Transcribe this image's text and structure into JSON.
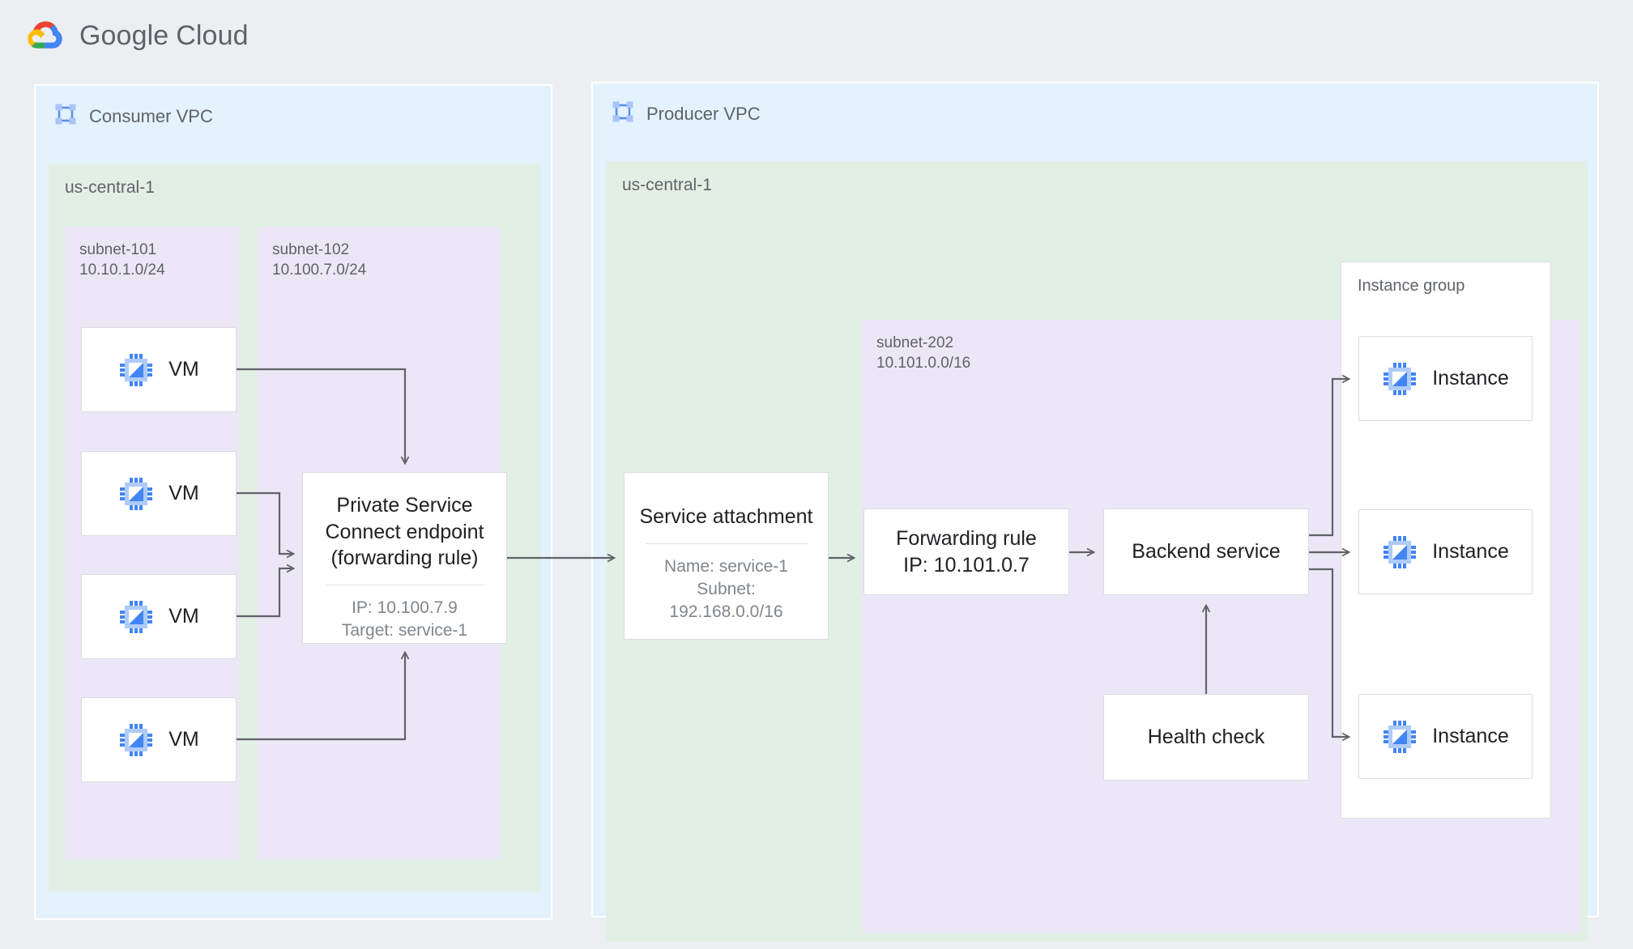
{
  "brand": {
    "name_part1": "Google",
    "name_part2": "Cloud",
    "logo_icon": "google-cloud-logo"
  },
  "colors": {
    "vpc_fill": "#e3f2fd",
    "region_fill": "#e2efe5",
    "subnet_fill": "#ece7f6",
    "card_fill": "#ffffff",
    "card_border": "#dadce0",
    "wire": "#5f6368",
    "text_primary": "#202124",
    "text_secondary": "#5f6368",
    "text_muted": "#80868b",
    "page_bg": "#eceff1"
  },
  "consumer": {
    "vpc_title": "Consumer VPC",
    "vpc_icon": "vpc-network-icon",
    "region": "us-central-1",
    "subnets": [
      {
        "name": "subnet-101",
        "cidr": "10.10.1.0/24"
      },
      {
        "name": "subnet-102",
        "cidr": "10.100.7.0/24"
      }
    ],
    "vms": [
      {
        "label": "VM",
        "icon": "vm-instance-icon"
      },
      {
        "label": "VM",
        "icon": "vm-instance-icon"
      },
      {
        "label": "VM",
        "icon": "vm-instance-icon"
      },
      {
        "label": "VM",
        "icon": "vm-instance-icon"
      }
    ],
    "psc_endpoint": {
      "title_line1": "Private Service",
      "title_line2": "Connect endpoint",
      "title_line3": "(forwarding rule)",
      "detail_line1": "IP: 10.100.7.9",
      "detail_line2": "Target: service-1"
    }
  },
  "producer": {
    "vpc_title": "Producer VPC",
    "vpc_icon": "vpc-network-icon",
    "region": "us-central-1",
    "subnet": {
      "name": "subnet-202",
      "cidr": "10.101.0.0/16"
    },
    "service_attachment": {
      "title": "Service attachment",
      "detail_line1": "Name: service-1",
      "detail_line2": "Subnet:",
      "detail_line3": "192.168.0.0/16"
    },
    "forwarding_rule": {
      "title_line1": "Forwarding rule",
      "title_line2": "IP: 10.101.0.7"
    },
    "backend_service": {
      "title": "Backend service"
    },
    "health_check": {
      "title": "Health check"
    },
    "instance_group": {
      "label": "Instance group",
      "instances": [
        {
          "label": "Instance",
          "icon": "vm-instance-icon"
        },
        {
          "label": "Instance",
          "icon": "vm-instance-icon"
        },
        {
          "label": "Instance",
          "icon": "vm-instance-icon"
        }
      ]
    }
  }
}
